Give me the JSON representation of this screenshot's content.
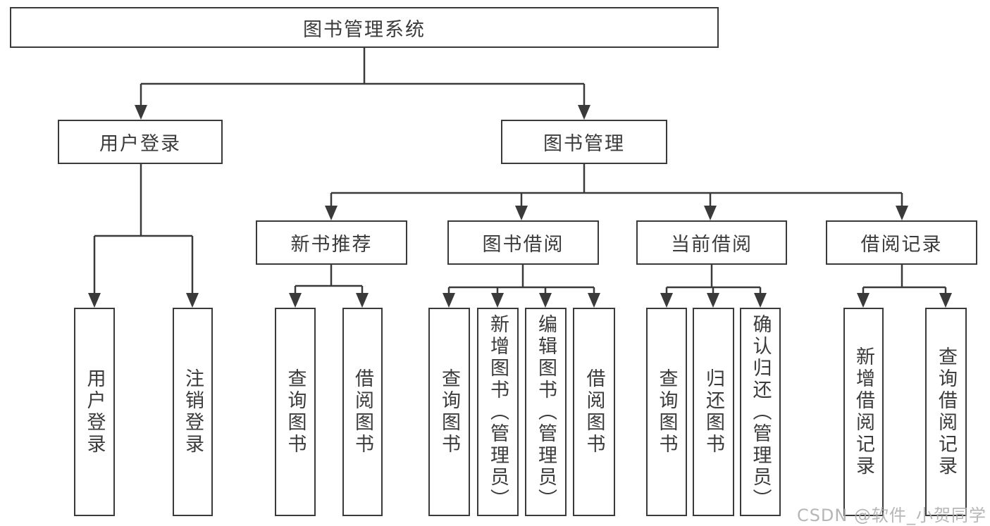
{
  "colors": {
    "background": "#ffffff",
    "line": "#3a3a3a",
    "text": "#3b3b3b",
    "watermark": "#acacac"
  },
  "watermark": {
    "text": "CSDN @软件_小贺同学"
  },
  "diagram": {
    "type": "hierarchy-tree",
    "root": {
      "label": "图书管理系统"
    },
    "branches": [
      {
        "label": "用户登录",
        "children": [
          {
            "label": "用户登录"
          },
          {
            "label": "注销登录"
          }
        ]
      },
      {
        "label": "图书管理",
        "groups": [
          {
            "label": "新书推荐",
            "children": [
              {
                "label": "查询图书"
              },
              {
                "label": "借阅图书"
              }
            ]
          },
          {
            "label": "图书借阅",
            "children": [
              {
                "label": "查询图书"
              },
              {
                "label": "新增图书（管理员）"
              },
              {
                "label": "编辑图书（管理员）"
              },
              {
                "label": "借阅图书"
              }
            ]
          },
          {
            "label": "当前借阅",
            "children": [
              {
                "label": "查询图书"
              },
              {
                "label": "归还图书"
              },
              {
                "label": "确认归还（管理员）"
              }
            ]
          },
          {
            "label": "借阅记录",
            "children": [
              {
                "label": "新增借阅记录"
              },
              {
                "label": "查询借阅记录"
              }
            ]
          }
        ]
      }
    ]
  }
}
